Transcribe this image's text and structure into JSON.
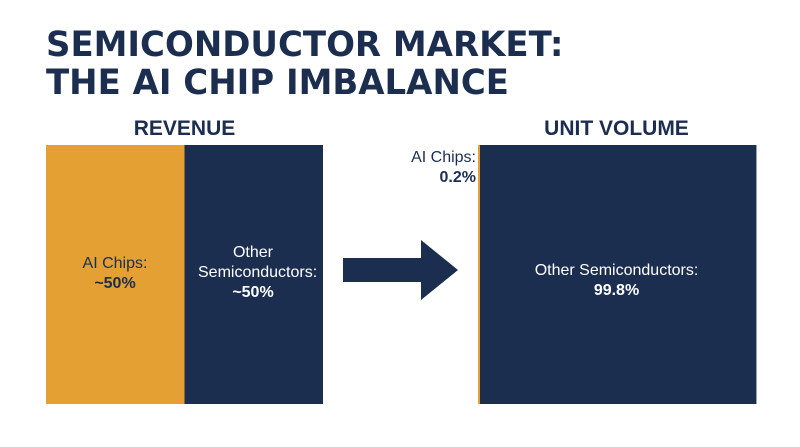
{
  "title": {
    "line1": "SEMICONDUCTOR MARKET:",
    "line2": "THE AI CHIP IMBALANCE"
  },
  "colors": {
    "ai_chips": "#e4a033",
    "other_semiconductors": "#1c2e4f",
    "arrow": "#1c2e4f",
    "text_dark": "#1c2e4f",
    "text_light": "#ffffff"
  },
  "chart_data": [
    {
      "type": "treemap",
      "title": "REVENUE",
      "segments": [
        {
          "name": "AI Chips:",
          "value_label": "~50%",
          "value": 50
        },
        {
          "name": "Other Semiconductors:",
          "value_label": "~50%",
          "value": 50
        }
      ]
    },
    {
      "type": "treemap",
      "title": "UNIT VOLUME",
      "segments": [
        {
          "name": "AI Chips:",
          "value_label": "0.2%",
          "value": 0.2
        },
        {
          "name": "Other Semiconductors:",
          "value_label": "99.8%",
          "value": 99.8
        }
      ]
    }
  ],
  "arrow_icon": "right-arrow-icon"
}
